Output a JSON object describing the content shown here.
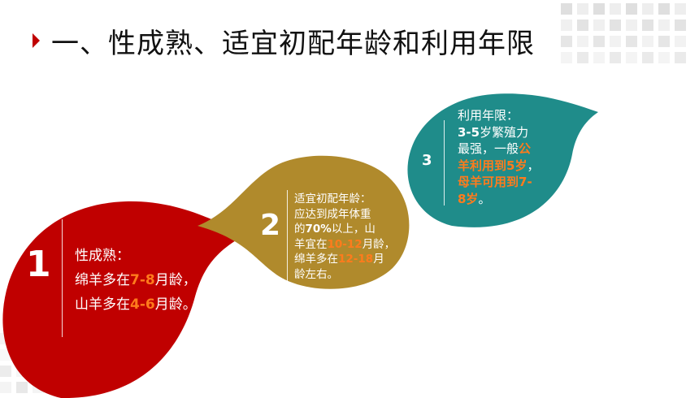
{
  "title": "一、性成熟、适宜初配年龄和利用年限",
  "colors": {
    "red_drop": "#c00000",
    "gold_drop": "#b08a2c",
    "teal_drop": "#1f8c8a",
    "highlight": "#ff7b1c",
    "title_marker": "#c00000"
  },
  "cards": [
    {
      "number": "1",
      "lines": [
        [
          {
            "t": "性成熟："
          }
        ],
        [
          {
            "t": "绵羊多在"
          },
          {
            "t": "7-8",
            "hl": true
          },
          {
            "t": "月龄，"
          }
        ],
        [
          {
            "t": "山羊多在"
          },
          {
            "t": "4-6",
            "hl": true
          },
          {
            "t": "月龄。"
          }
        ]
      ]
    },
    {
      "number": "2",
      "lines": [
        [
          {
            "t": "适宜初配年龄："
          }
        ],
        [
          {
            "t": "应达到成年体重"
          }
        ],
        [
          {
            "t": "的"
          },
          {
            "t": "70%",
            "b": true
          },
          {
            "t": "以上，山"
          }
        ],
        [
          {
            "t": "羊宜在"
          },
          {
            "t": "10-12",
            "hl": true
          },
          {
            "t": "月龄，"
          }
        ],
        [
          {
            "t": "绵羊多在"
          },
          {
            "t": "12-18",
            "hl": true
          },
          {
            "t": "月"
          }
        ],
        [
          {
            "t": "龄左右。"
          }
        ]
      ]
    },
    {
      "number": "3",
      "lines": [
        [
          {
            "t": "利用年限："
          }
        ],
        [
          {
            "t": "3-5",
            "b": true
          },
          {
            "t": "岁繁殖力"
          }
        ],
        [
          {
            "t": "最强，一般"
          },
          {
            "t": "公",
            "hl": true
          }
        ],
        [
          {
            "t": "羊利用到",
            "hl": true
          },
          {
            "t": "5岁",
            "hl": true
          },
          {
            "t": "，"
          }
        ],
        [
          {
            "t": "母羊可用到",
            "hl": true
          },
          {
            "t": "7-",
            "hl": true
          }
        ],
        [
          {
            "t": "8岁",
            "hl": true
          },
          {
            "t": "。"
          }
        ]
      ]
    }
  ]
}
